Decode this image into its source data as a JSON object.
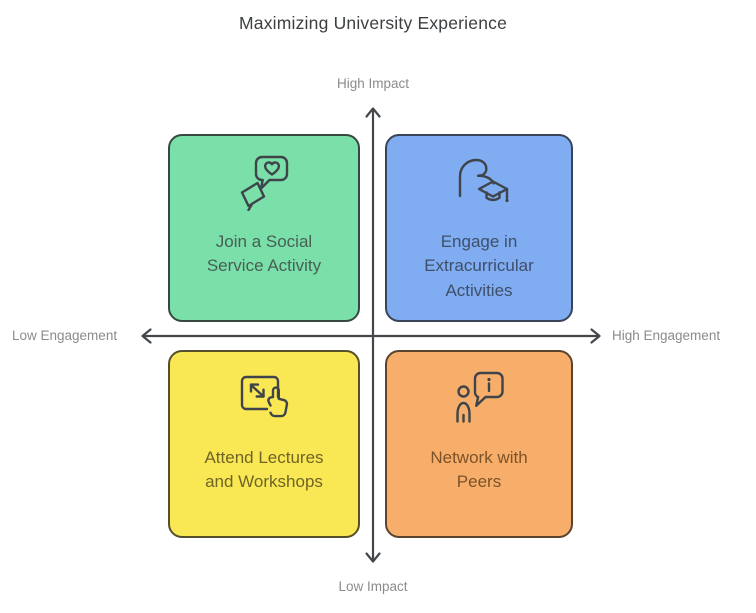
{
  "title": "Maximizing University Experience",
  "axes": {
    "top": "High Impact",
    "bottom": "Low Impact",
    "left": "Low Engagement",
    "right": "High Engagement"
  },
  "quadrants": [
    {
      "position": "top-left",
      "label": "Join a Social Service Activity",
      "icon": "megaphone-heart-icon",
      "bg": "#7adfa9",
      "border": "#37493f",
      "text": "#466052"
    },
    {
      "position": "top-right",
      "label": "Engage in Extracurricular Activities",
      "icon": "bicep-graduation-cap-icon",
      "bg": "#80acf1",
      "border": "#3a4459",
      "text": "#3e4f6a"
    },
    {
      "position": "bottom-left",
      "label": "Attend Lectures and Workshops",
      "icon": "touch-screen-expand-icon",
      "bg": "#f9e854",
      "border": "#55502b",
      "text": "#6f6428"
    },
    {
      "position": "bottom-right",
      "label": "Network with Peers",
      "icon": "person-info-bubble-icon",
      "bg": "#f6ae6a",
      "border": "#5a4430",
      "text": "#7d5228"
    }
  ],
  "colors": {
    "background": "#ffffff",
    "axis": "#43474b",
    "axis_label": "#8b8b8b",
    "title": "#3c4043",
    "icon_stroke": "#3e4449"
  }
}
